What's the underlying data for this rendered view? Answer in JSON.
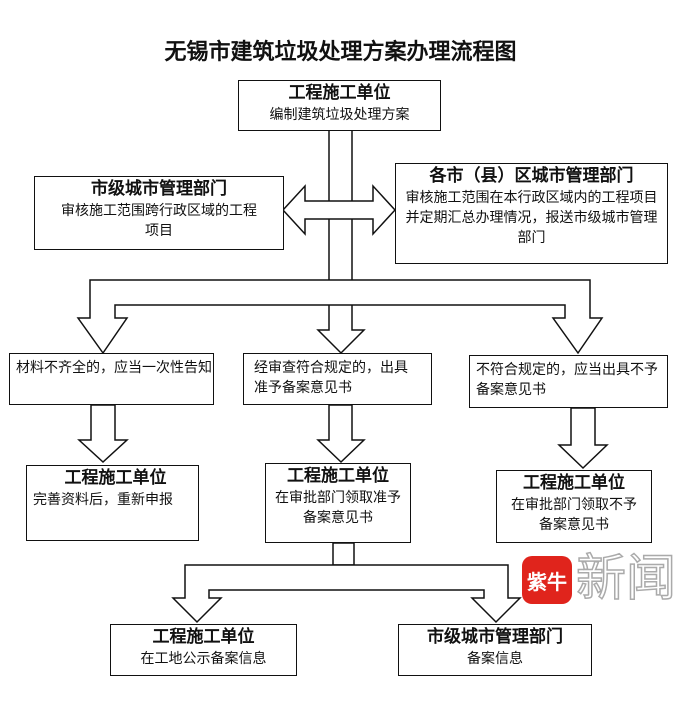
{
  "title": "无锡市建筑垃圾处理方案办理流程图",
  "top": {
    "head": "工程施工单位",
    "body": "编制建筑垃圾处理方案"
  },
  "left": {
    "head": "市级城市管理部门",
    "body": "审核施工范围跨行政区域的工程项目"
  },
  "right": {
    "head": "各市（县）区城市管理部门",
    "body": "审核施工范围在本行政区域内的工程项目并定期汇总办理情况，报送市级城市管理部门"
  },
  "mid": [
    "材料不齐全的，应当一次性告知",
    "经审查符合规定的，出具准予备案意见书",
    "不符合规定的，应当出具不予备案意见书"
  ],
  "row3": [
    {
      "head": "工程施工单位",
      "body": "完善资料后，重新申报"
    },
    {
      "head": "工程施工单位",
      "body": "在审批部门领取准予备案意见书"
    },
    {
      "head": "工程施工单位",
      "body": "在审批部门领取不予备案意见书"
    }
  ],
  "bottom": [
    {
      "head": "工程施工单位",
      "body": "在工地公示备案信息"
    },
    {
      "head": "市级城市管理部门",
      "body": "备案信息"
    }
  ],
  "watermark": {
    "logo": "紫牛",
    "text": "新闻"
  }
}
